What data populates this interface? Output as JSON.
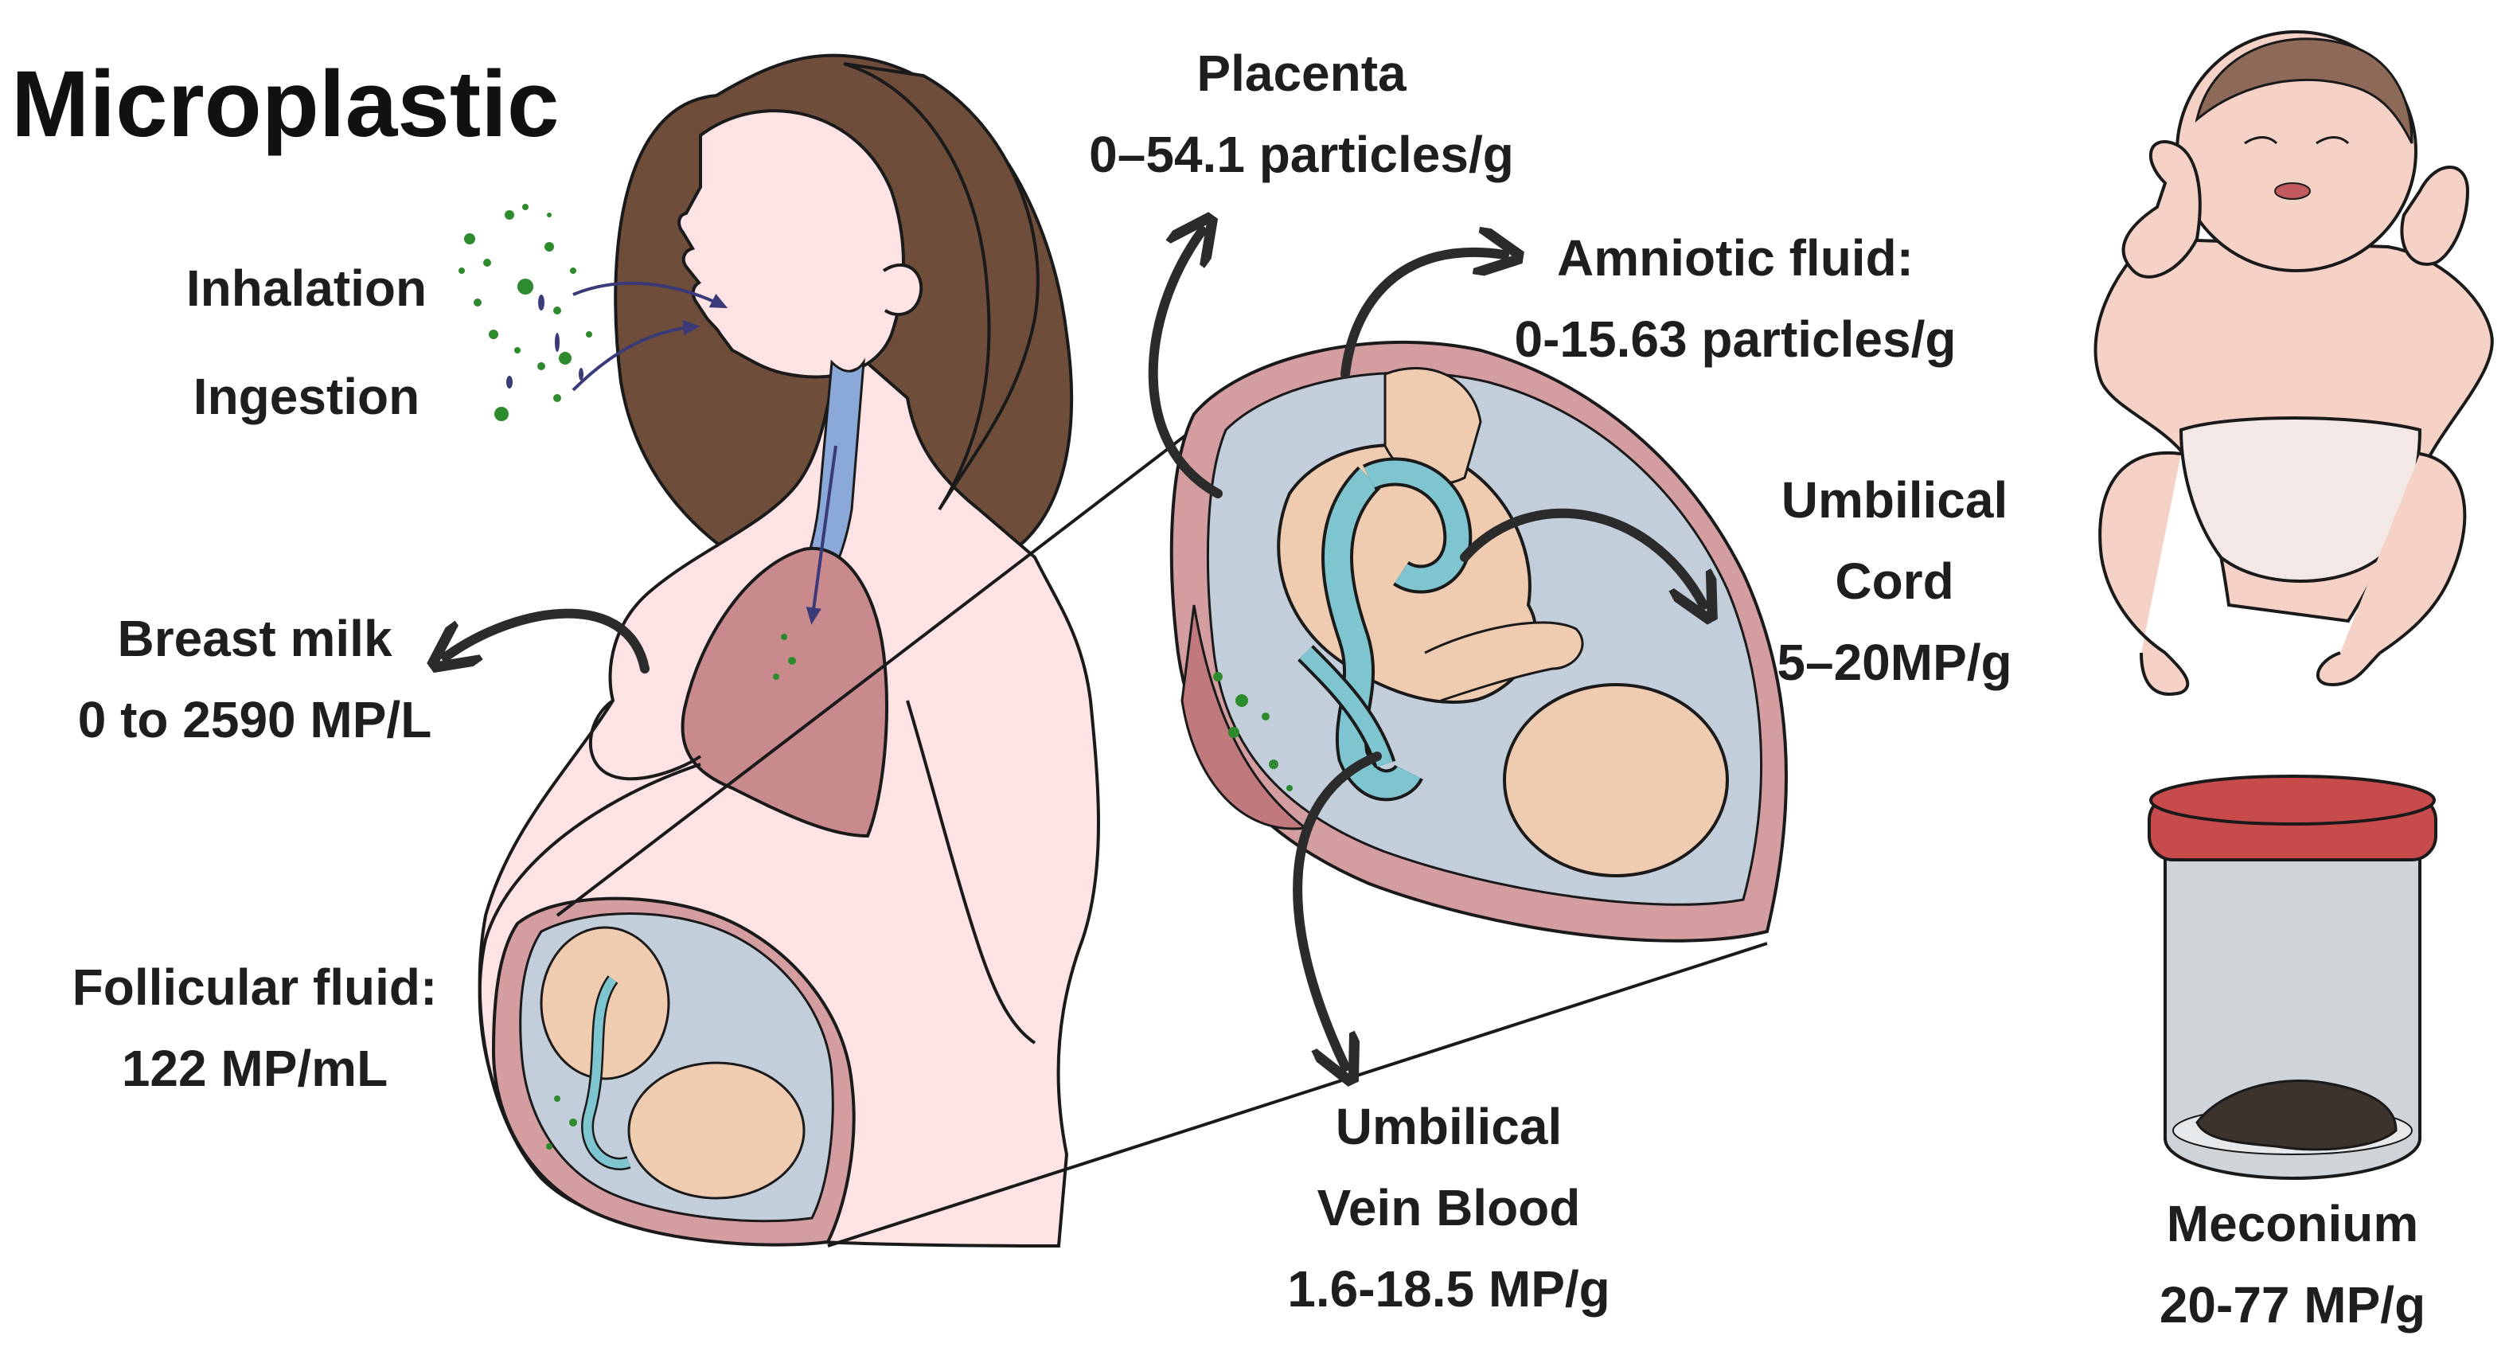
{
  "title": "Microplastic",
  "exposure_routes": {
    "inhalation": "Inhalation",
    "ingestion": "Ingestion"
  },
  "sites": {
    "breast_milk": {
      "name": "Breast milk",
      "value": "0 to 2590 MP/L"
    },
    "follicular_fluid": {
      "name": "Follicular fluid:",
      "value": "122 MP/mL"
    },
    "placenta": {
      "name": "Placenta",
      "value": "0–54.1 particles/g"
    },
    "amniotic_fluid": {
      "name": "Amniotic fluid:",
      "value": "0-15.63 particles/g"
    },
    "umbilical_cord": {
      "name_line1": "Umbilical",
      "name_line2": "Cord",
      "value": "5–20MP/g"
    },
    "umbilical_vein_blood": {
      "name_line1": "Umbilical",
      "name_line2": "Vein Blood",
      "value": "1.6-18.5 MP/g"
    },
    "meconium": {
      "name": "Meconium",
      "value": "20-77 MP/g"
    }
  },
  "colors": {
    "hair": "#6e4e3a",
    "skin": "#fde3e3",
    "lung": "#c98a8d",
    "uterus": "#d49ea1",
    "amniotic": "#c3cedb",
    "fetus": "#efcbb0",
    "cord": "#7ec5d0",
    "trachea": "#8aa8d8",
    "microplastic_green": "#2d8a2d",
    "microplastic_purple": "#3a3a78",
    "jar_lid": "#c84b4b",
    "jar_body": "#cfd4d9",
    "baby_skin": "#f6d2c6",
    "diaper": "#f3e8e6",
    "outline": "#1a1a1a",
    "arrow": "#2b2b2b"
  },
  "icons": [
    "woman-silhouette-icon",
    "uterus-fetus-icon",
    "newborn-baby-icon",
    "meconium-jar-icon",
    "curved-arrow-icon"
  ]
}
